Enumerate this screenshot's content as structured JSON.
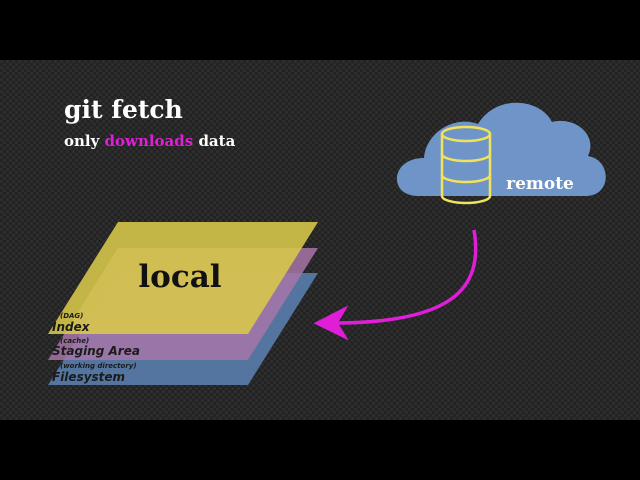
{
  "title": "git fetch",
  "subtitle": {
    "prefix": "only ",
    "highlight": "downloads",
    "suffix": " data"
  },
  "remote_label": "remote",
  "local_label": "local",
  "layers": [
    {
      "caption": "(DAG)",
      "label": "Index"
    },
    {
      "caption": "(cache)",
      "label": "Staging Area"
    },
    {
      "caption": "(working directory)",
      "label": "Filesystem"
    }
  ],
  "colors": {
    "background": "#222222",
    "title": "#ffffff",
    "highlight": "#e01ed8",
    "cloud": "#6f95c8",
    "database": "#f0e25a",
    "arrow": "#e01ed8",
    "index_layer": "#d8c94a",
    "staging_layer": "#a775a8",
    "filesystem_layer": "#5a83b4"
  }
}
